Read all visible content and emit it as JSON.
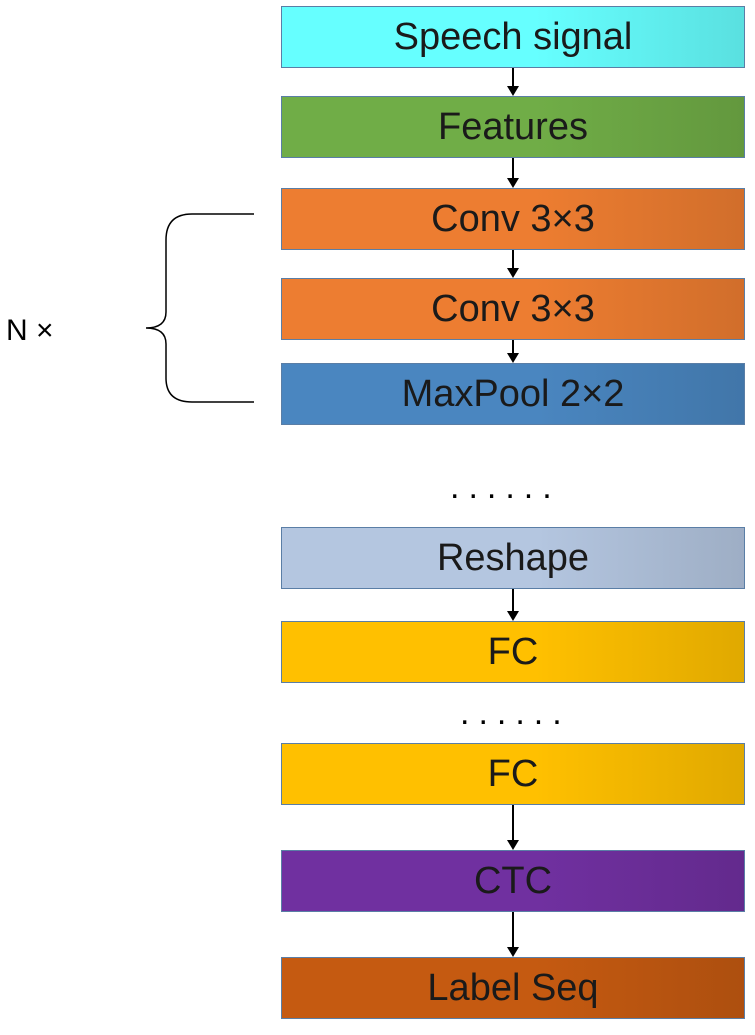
{
  "blocks": [
    {
      "id": "speech-signal",
      "label": "Speech signal",
      "color": "#66ffff"
    },
    {
      "id": "features",
      "label": "Features",
      "color": "#70ad47"
    },
    {
      "id": "conv-1",
      "label": "Conv 3×3",
      "color": "#ed7d31"
    },
    {
      "id": "conv-2",
      "label": "Conv 3×3",
      "color": "#ed7d31"
    },
    {
      "id": "maxpool",
      "label": "MaxPool 2×2",
      "color": "#4a86c0"
    },
    {
      "id": "reshape",
      "label": "Reshape",
      "color": "#b4c6e0"
    },
    {
      "id": "fc-1",
      "label": "FC",
      "color": "#ffc000"
    },
    {
      "id": "fc-2",
      "label": "FC",
      "color": "#ffc000"
    },
    {
      "id": "ctc",
      "label": "CTC",
      "color": "#7030a0"
    },
    {
      "id": "label-seq",
      "label": "Label Seq",
      "color": "#c55a11"
    }
  ],
  "repeat_label": "N ×",
  "ellipsis_1": "......",
  "ellipsis_2": "......"
}
